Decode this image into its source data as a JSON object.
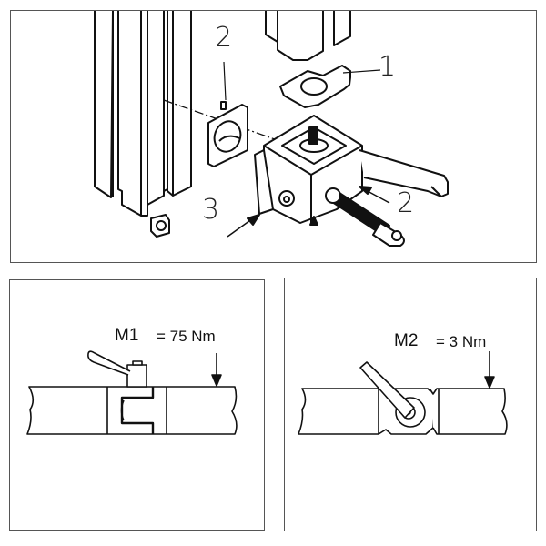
{
  "diagram": {
    "type": "assembly-instruction",
    "panels": [
      {
        "id": "exploded-view",
        "callouts": [
          {
            "label": "1",
            "target": "slot-nut-plate"
          },
          {
            "label": "2",
            "target": "profile-insert-plate"
          },
          {
            "label": "2",
            "target": "clamp-lever-direction"
          },
          {
            "label": "3",
            "target": "side-entry-direction"
          }
        ]
      },
      {
        "id": "torque-m1",
        "moment_label": "M1",
        "value_label": "= 75 Nm",
        "value": 75,
        "unit": "Nm"
      },
      {
        "id": "torque-m2",
        "moment_label": "M2",
        "value_label": "= 3 Nm",
        "value": 3,
        "unit": "Nm"
      }
    ]
  },
  "colors": {
    "line": "#111111",
    "frame": "#555555",
    "background": "#ffffff"
  }
}
